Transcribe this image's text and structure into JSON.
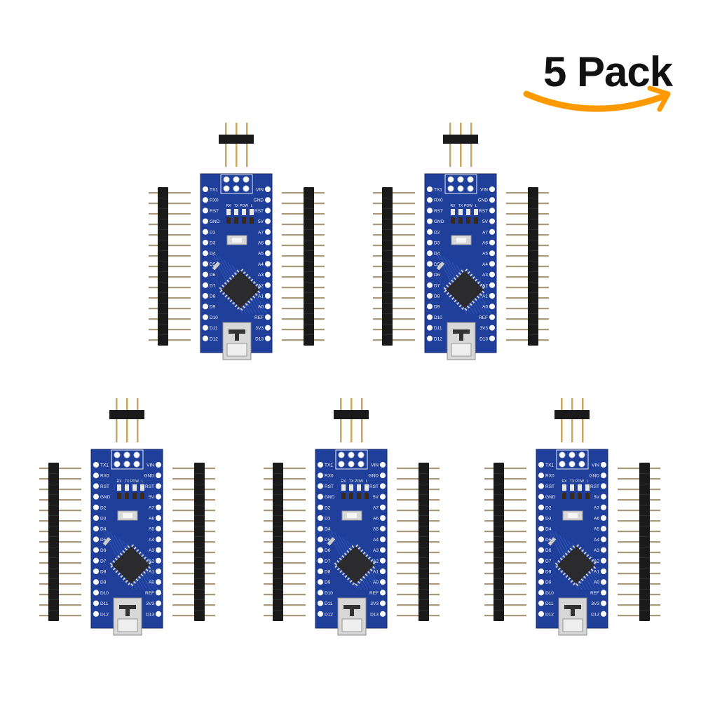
{
  "badge": {
    "text": "5 Pack",
    "arrow_color": "#FF9900"
  },
  "product": {
    "count": 5,
    "pcb_color": "#1f3f9a",
    "left_pin_labels": [
      "TX1",
      "RX0",
      "RST",
      "GND",
      "D2",
      "D3",
      "D4",
      "D5",
      "D6",
      "D7",
      "D8",
      "D9",
      "D10",
      "D11",
      "D12"
    ],
    "right_pin_labels": [
      "VIN",
      "GND",
      "RST",
      "5V",
      "A7",
      "A6",
      "A5",
      "A4",
      "A3",
      "A2",
      "A1",
      "A0",
      "REF",
      "3V3",
      "D13"
    ],
    "led_labels": [
      "RX",
      "TX",
      "POW",
      "L"
    ],
    "header_pin_count": 15,
    "icsp_pin_count": 3
  }
}
